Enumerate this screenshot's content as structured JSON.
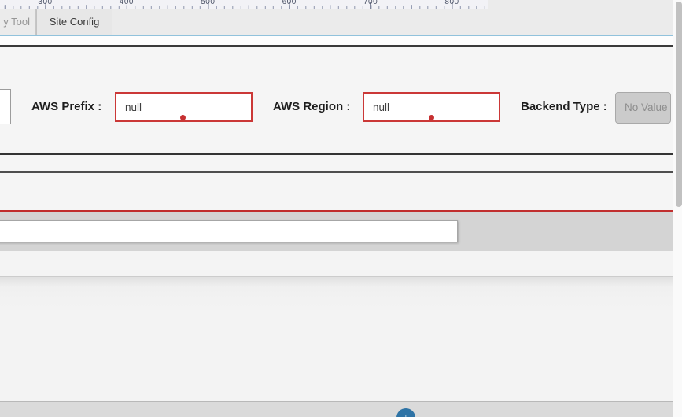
{
  "ruler": {
    "marks": [
      {
        "label": "300"
      },
      {
        "label": "400"
      },
      {
        "label": "500"
      },
      {
        "label": "600"
      },
      {
        "label": "700"
      },
      {
        "label": "800"
      }
    ]
  },
  "tabs": [
    {
      "label": "y Tool",
      "active": false
    },
    {
      "label": "Site Config",
      "active": true
    }
  ],
  "form": {
    "fields": [
      {
        "label": "AWS Prefix :",
        "value": "null",
        "status": "error"
      },
      {
        "label": "AWS Region :",
        "value": "null",
        "status": "error"
      },
      {
        "label": "Backend Type :",
        "value": "No Value",
        "status": "no-value"
      }
    ]
  },
  "left_input": {
    "value": ""
  },
  "bottom_input": {
    "value": "",
    "placeholder": ""
  },
  "footer": {
    "scroll_icon_glyph": "↓"
  },
  "colors": {
    "error_border": "#cb3837",
    "error_dot": "#c63031",
    "tab_accent_line": "#91c2dc",
    "divider_dark": "#3a3a3a",
    "divider_red": "#c12f2f",
    "disabled_button_bg": "#cbcbcb",
    "fab_blue": "#2e73a5"
  }
}
